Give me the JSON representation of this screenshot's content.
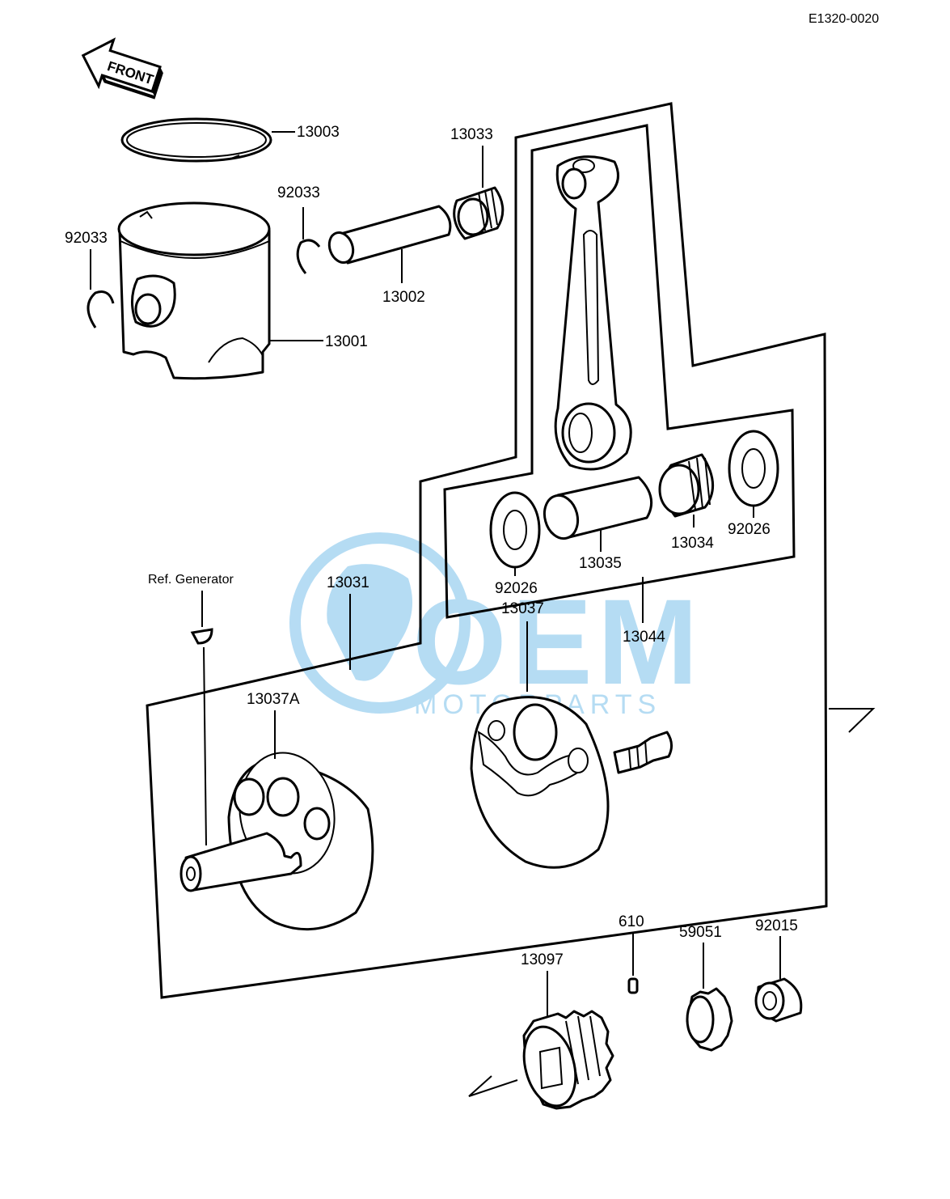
{
  "diagram_code": "E1320-0020",
  "front_label": "FRONT",
  "ref_label": "Ref. Generator",
  "watermark": {
    "main": "OEM",
    "sub": "MOTORPARTS",
    "color": "#a9d6f2"
  },
  "parts": {
    "piston_ring": "13003",
    "piston": "13001",
    "piston_pin": "13002",
    "snap_ring_left": "92033",
    "snap_ring_right": "92033",
    "needle_bearing_small": "13033",
    "washer_right": "92026",
    "washer_left": "92026",
    "needle_bearing_large": "13034",
    "crank_pin": "13035",
    "connecting_rod_assy": "13044",
    "crankshaft_assy": "13031",
    "flywheel_right": "13037",
    "flywheel_left": "13037A",
    "gear": "13097",
    "pin": "610",
    "sprocket": "59051",
    "nut": "92015"
  }
}
